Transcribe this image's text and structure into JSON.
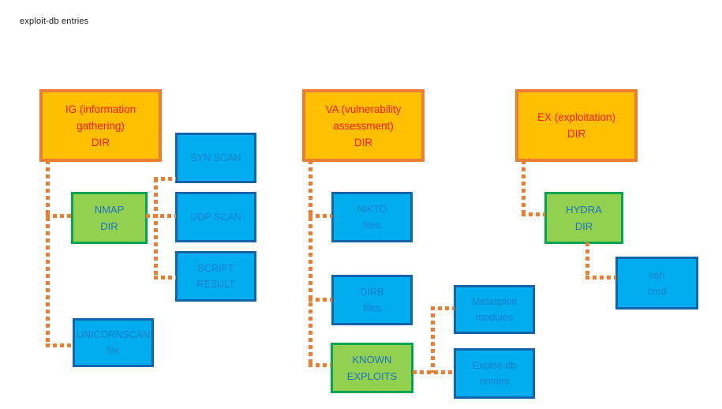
{
  "page": {
    "corner_label": "exploit-db entries"
  },
  "colors": {
    "canvas_bg": "#ffffff",
    "orange_fill": "#FFC000",
    "orange_border": "#ED7D31",
    "green_fill": "#92D050",
    "green_border": "#00A650",
    "blue_fill": "#00AEEF",
    "blue_border": "#1464AC",
    "red_text": "#FF1A1A",
    "blue_text": "#2173C2",
    "connector": "#ED7D31"
  },
  "nodes": {
    "ig_dir": {
      "label": "IG (information\ngathering)\nDIR",
      "kind": "directory-root"
    },
    "nmap_dir": {
      "label": "NMAP\nDIR",
      "kind": "directory"
    },
    "syn_scan": {
      "label": "SYN SCAN",
      "kind": "file"
    },
    "udp_scan": {
      "label": "UDP SCAN",
      "kind": "file"
    },
    "script_result": {
      "label": "SCRIPT\nRESULT",
      "kind": "file"
    },
    "unicornscan_file": {
      "label": "UNICORNSCAN\nfile",
      "kind": "file"
    },
    "va_dir": {
      "label": "VA (vulnerability\nassessment)\nDIR",
      "kind": "directory-root"
    },
    "nikto_files": {
      "label": "NIKTO\nfiles",
      "kind": "file"
    },
    "dirb_files": {
      "label": "DIRB\nfiles",
      "kind": "file"
    },
    "known_exploits": {
      "label": "KNOWN\nEXPLOITS",
      "kind": "directory"
    },
    "metasploit_modules": {
      "label": "Metasploit\nmodules",
      "kind": "file"
    },
    "exploitdb_entries": {
      "label": "Exploit-db\nentries",
      "kind": "file"
    },
    "ex_dir": {
      "label": "EX (exploitation)\nDIR",
      "kind": "directory-root"
    },
    "hydra_dir": {
      "label": "HYDRA\nDIR",
      "kind": "directory"
    },
    "ssh_cred": {
      "label": "ssh\ncred",
      "kind": "file"
    }
  }
}
